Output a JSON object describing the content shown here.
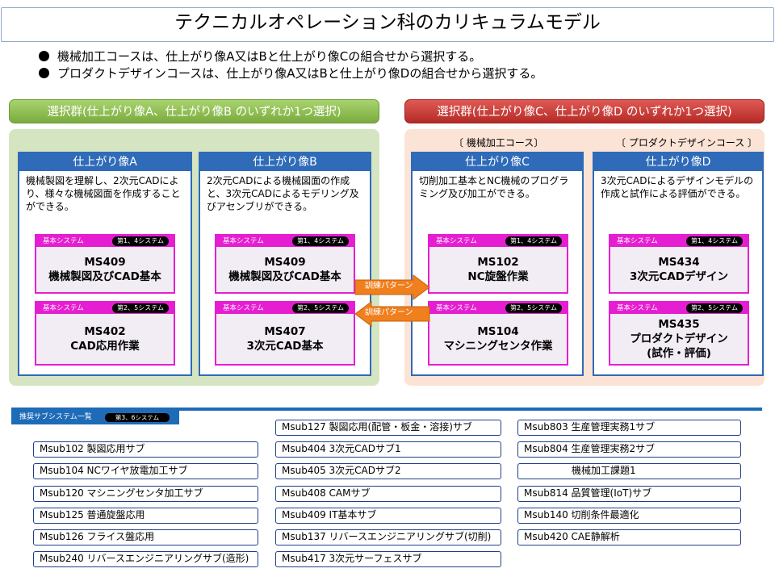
{
  "title": "テクニカルオペレーション科のカリキュラムモデル",
  "bullets": [
    "機械加工コースは、仕上がり像A又はBと仕上がり像Cの組合せから選択する。",
    "プロダクトデザインコースは、仕上がり像A又はBと仕上がり像Dの組合せから選択する。"
  ],
  "groups": [
    {
      "label": "選択群(仕上がり像A、仕上がり像B のいずれか1つ選択)",
      "color": "#7aab3e"
    },
    {
      "label": "選択群(仕上がり像C、仕上がり像D のいずれか1つ選択)",
      "color": "#b52a26"
    }
  ],
  "course_labels": [
    "〔 機械加工コース〕",
    "〔 プロダクトデザインコース 〕"
  ],
  "columns": [
    {
      "header": "仕上がり像A",
      "desc": "機械製図を理解し、2次元CADにより、様々な機械図面を作成することができる。",
      "systems": [
        {
          "tag": "基本システム",
          "badge": "第1、4システム",
          "line1": "MS409",
          "line2": "機械製図及びCAD基本",
          "line3": ""
        },
        {
          "tag": "基本システム",
          "badge": "第2、5システム",
          "line1": "MS402",
          "line2": "CAD応用作業",
          "line3": ""
        }
      ]
    },
    {
      "header": "仕上がり像B",
      "desc": "2次元CADによる機械図面の作成と、3次元CADによるモデリング及びアセンブリができる。",
      "systems": [
        {
          "tag": "基本システム",
          "badge": "第1、4システム",
          "line1": "MS409",
          "line2": "機械製図及びCAD基本",
          "line3": ""
        },
        {
          "tag": "基本システム",
          "badge": "第2、5システム",
          "line1": "MS407",
          "line2": "3次元CAD基本",
          "line3": ""
        }
      ]
    },
    {
      "header": "仕上がり像C",
      "desc": "切削加工基本とNC機械のプログラミング及び加工ができる。",
      "systems": [
        {
          "tag": "基本システム",
          "badge": "第1、4システム",
          "line1": "MS102",
          "line2": "NC旋盤作業",
          "line3": ""
        },
        {
          "tag": "基本システム",
          "badge": "第2、5システム",
          "line1": "MS104",
          "line2": "マシニングセンタ作業",
          "line3": ""
        }
      ]
    },
    {
      "header": "仕上がり像D",
      "desc": "3次元CADによるデザインモデルの作成と試作による評価ができる。",
      "systems": [
        {
          "tag": "基本システム",
          "badge": "第1、4システム",
          "line1": "MS434",
          "line2": "3次元CADデザイン",
          "line3": ""
        },
        {
          "tag": "基本システム",
          "badge": "第2、5システム",
          "line1": "MS435",
          "line2": "プロダクトデザイン",
          "line3": "(試作・評価)"
        }
      ]
    }
  ],
  "arrows": [
    "訓練パターン",
    "訓練パターン"
  ],
  "subsystems": {
    "header": "推奨サブシステム一覧",
    "badge": "第3、6システム",
    "col1": [
      "Msub102 製図応用サブ",
      "Msub104 NCワイヤ放電加工サブ",
      "Msub120 マシニングセンタ加工サブ",
      "Msub125 普通旋盤応用",
      "Msub126 フライス盤応用",
      "Msub240 リバースエンジニアリングサブ(造形)"
    ],
    "col2": [
      "Msub127 製図応用(配管・板金・溶接)サブ",
      "Msub404 3次元CADサブ1",
      "Msub405 3次元CADサブ2",
      "Msub408 CAMサブ",
      "Msub409 IT基本サブ",
      "Msub137 リバースエンジニアリングサブ(切削)",
      "Msub417 3次元サーフェスサブ"
    ],
    "col3": [
      "Msub803 生産管理実務1サブ",
      "Msub804 生産管理実務2サブ",
      "機械加工課題1",
      "Msub814 品質管理(IoT)サブ",
      "Msub140 切削条件最適化",
      "Msub420 CAE静解析"
    ]
  }
}
